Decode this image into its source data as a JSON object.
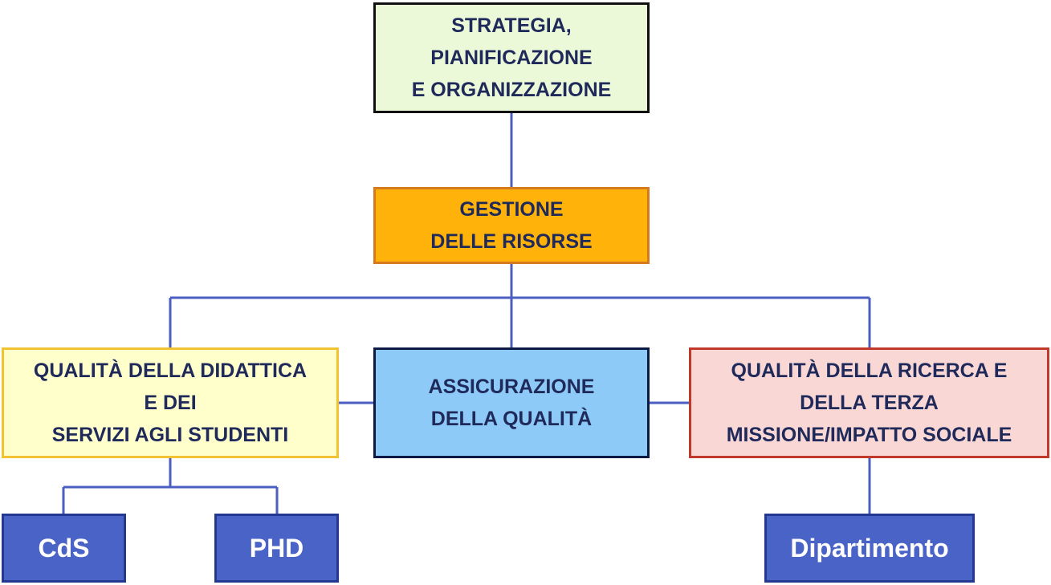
{
  "colors": {
    "connector": "#4a5fc1",
    "text_dark": "#1f2a5a",
    "strategia_fill": "#ebf9d9",
    "gestione_fill": "#ffb30a",
    "didattica_fill": "#ffffcc",
    "assicurazione_fill": "#8ecaf7",
    "ricerca_fill": "#f9d7d5",
    "leaf_fill": "#4a63c7"
  },
  "nodes": {
    "strategia": {
      "lines": [
        "STRATEGIA,",
        "PIANIFICAZIONE",
        "E ORGANIZZAZIONE"
      ]
    },
    "gestione": {
      "lines": [
        "GESTIONE",
        "DELLE RISORSE"
      ]
    },
    "didattica": {
      "lines": [
        "QUALITÀ DELLA DIDATTICA",
        "E DEI",
        "SERVIZI AGLI STUDENTI"
      ]
    },
    "assicurazione": {
      "lines": [
        "ASSICURAZIONE",
        "DELLA QUALITÀ"
      ]
    },
    "ricerca": {
      "lines": [
        "QUALITÀ DELLA RICERCA E",
        "DELLA TERZA",
        "MISSIONE/IMPATTO SOCIALE"
      ]
    },
    "cds": {
      "label": "CdS"
    },
    "phd": {
      "label": "PHD"
    },
    "dipartimento": {
      "label": "Dipartimento"
    }
  }
}
